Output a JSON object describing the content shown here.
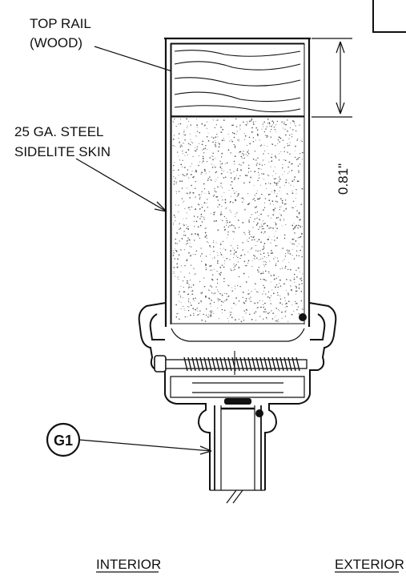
{
  "labels": {
    "top_rail_line1": "TOP RAIL",
    "top_rail_line2": "(WOOD)",
    "skin_line1": "25 GA. STEEL",
    "skin_line2": "SIDELITE SKIN",
    "dimension": "0.81\"",
    "callout": "G1",
    "interior": "INTERIOR",
    "exterior": "EXTERIOR"
  },
  "colors": {
    "ink": "#111111",
    "background": "#ffffff",
    "foam_speckle": "#555555"
  }
}
